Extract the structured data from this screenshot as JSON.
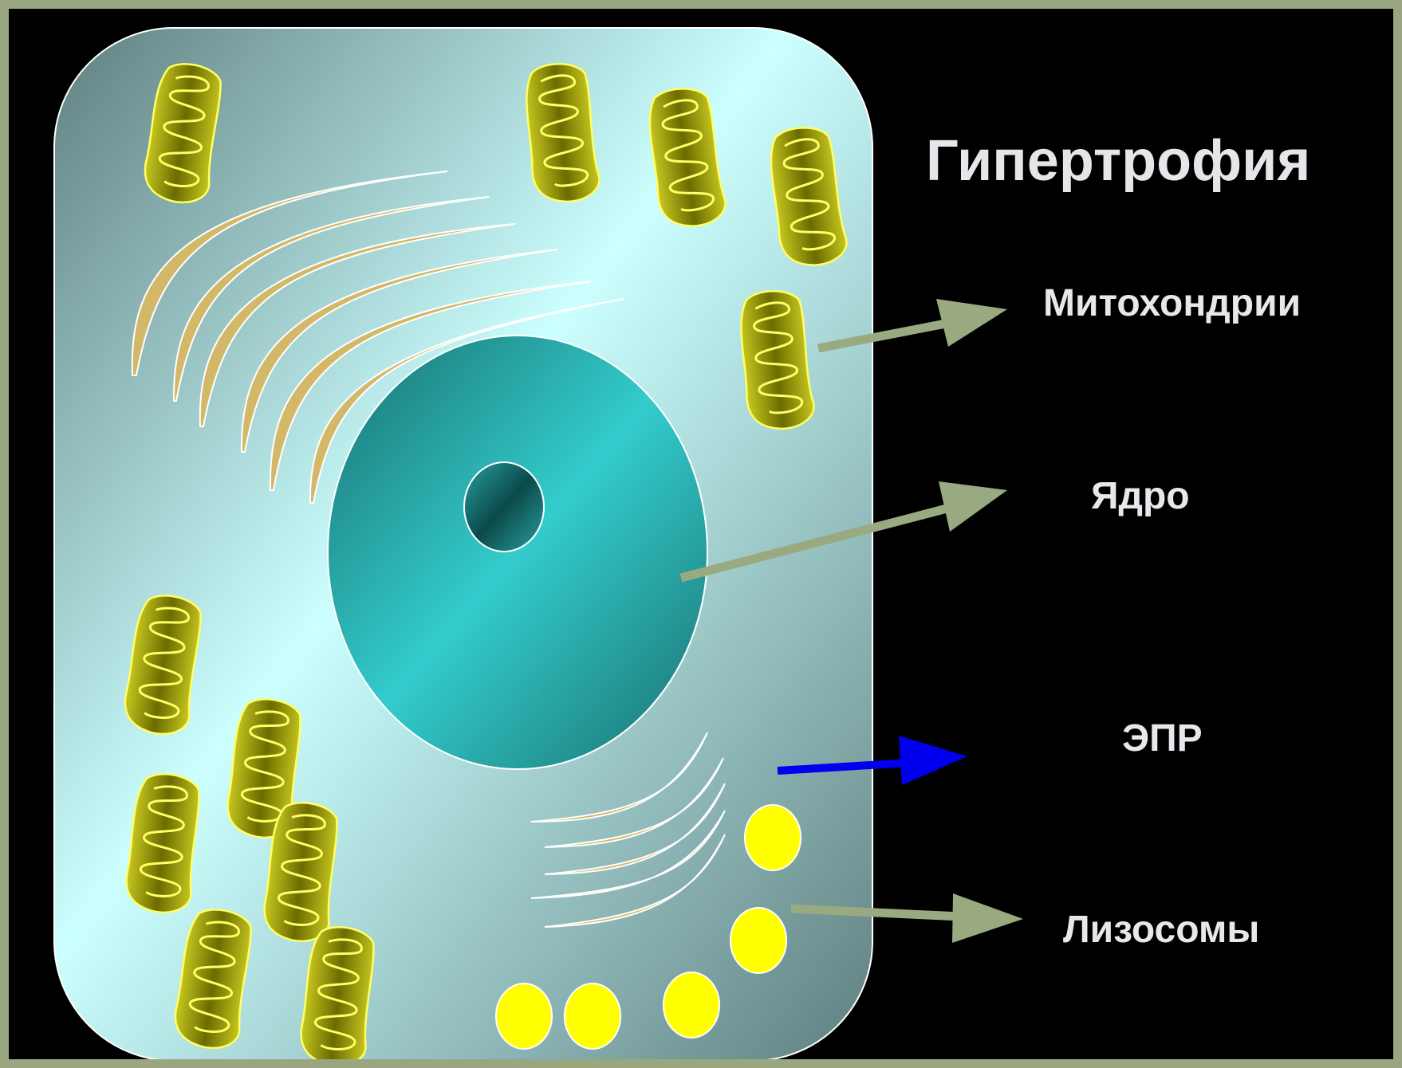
{
  "title": "Гипертрофия",
  "labels": {
    "mitochondria": "Митохондрии",
    "nucleus": "Ядро",
    "er": "ЭПР",
    "lysosomes": "Лизосомы"
  },
  "colors": {
    "frame": "#9aa67f",
    "background": "#000000",
    "cytoplasm_dark": "#6e8c8c",
    "cytoplasm_light": "#ccffff",
    "nucleus_dark": "#1f7f7f",
    "nucleus_light": "#33cccc",
    "mitochondria": "#808000",
    "mitochondria_cristae": "#ffff66",
    "golgi": "#d4b86a",
    "lysosome": "#ffff00",
    "arrow_default": "#9aaa80",
    "arrow_er": "#0000ee"
  },
  "icons": {
    "mitochondrion": "mitochondrion-icon",
    "lysosome": "lysosome-icon",
    "golgi": "golgi-apparatus-icon"
  }
}
